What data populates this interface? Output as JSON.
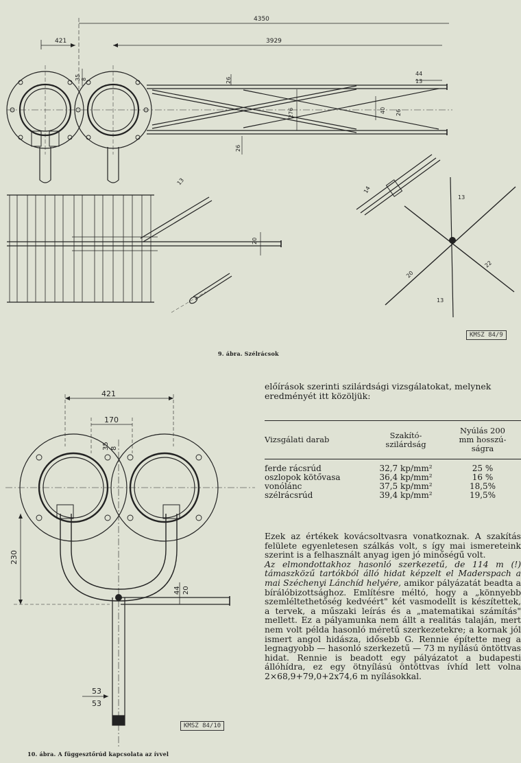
{
  "figure9": {
    "caption": "9. ábra. Szélrácsok",
    "stamp": "KMSZ 84/9",
    "dims": {
      "total": "4350",
      "left": "421",
      "span": "3929",
      "d_35_8_top": "35",
      "d_35_8_bot": "8",
      "d_44_13_top": "44",
      "d_44_13_bot": "13",
      "d26a": "26",
      "d276": "276",
      "d40": "40",
      "d26b": "26",
      "d26c": "26",
      "d20": "20",
      "d13a": "13",
      "d13b": "13",
      "d20a": "20",
      "d22": "22",
      "d13c": "13",
      "d14": "14"
    }
  },
  "figure10": {
    "caption": "10. ábra. A függesztőrúd kapcsolata az ívvel",
    "stamp": "KMSZ 84/10",
    "dims": {
      "d421": "421",
      "d170": "170",
      "d35": "35",
      "d8": "8",
      "d230": "230",
      "d44": "44",
      "d20": "20",
      "d53a": "53",
      "d53b": "53"
    }
  },
  "intro": "előírások szerinti szilárdsági vizsgálatokat, melynek eredményét itt közöljük:",
  "table": {
    "headers": {
      "col1": "Vizsgálati darab",
      "col2a": "Szakító-",
      "col2b": "szilárdság",
      "col3a": "Nyúlás 200",
      "col3b": "mm hosszú-",
      "col3c": "ságra"
    },
    "rows": [
      {
        "name": "ferde rácsrúd",
        "strength": "32,7 kp/mm²",
        "elong": "25 %"
      },
      {
        "name": "oszlopok kötővasa",
        "strength": "36,4 kp/mm²",
        "elong": "16 %"
      },
      {
        "name": "vonólánc",
        "strength": "37,5 kp/mm²",
        "elong": "18,5%"
      },
      {
        "name": "szélrácsrúd",
        "strength": "39,4 kp/mm²",
        "elong": "19,5%"
      }
    ]
  },
  "body": {
    "p1": "Ezek az értékek kovácsoltvasra vonatkoznak. A szakítás felülete egyenletesen szálkás volt, s így mai ismereteink szerint is a felhasznált anyag igen jó minőségű volt.",
    "p2_italic": "Az elmondottakhoz hasonló szerkezetű, de 114 m (!) támaszközű tartókból álló hidat képzelt el Maderspach a mai Széchenyi Lánchíd helyére,",
    "p2_rest": " amikor pályázatát beadta a bírálóbizottsághoz. Említésre méltó, hogy a „könnyebb szemléltethetőség kedvéért\" két vasmodellt is készítettek, a tervek, a műszaki leírás és a „matematikai számítás\" mellett. Ez a pályamunka nem állt a realitás talaján, mert nem volt példa hasonló méretű szerkezetekre; a kornak jól ismert angol hidásza, idősebb G. Rennie építette meg a legnagyobb — hasonló szerkezetű — 73 m nyílású öntöttvas hidat. Rennie is beadott egy pályázatot a budapesti állóhídra, ez egy ötnyílású öntöttvas ívhíd lett volna 2×68,9+79,0+2x74,6 m nyílásokkal."
  },
  "colors": {
    "paper": "#dfe2d4",
    "ink": "#1b1b1b"
  }
}
